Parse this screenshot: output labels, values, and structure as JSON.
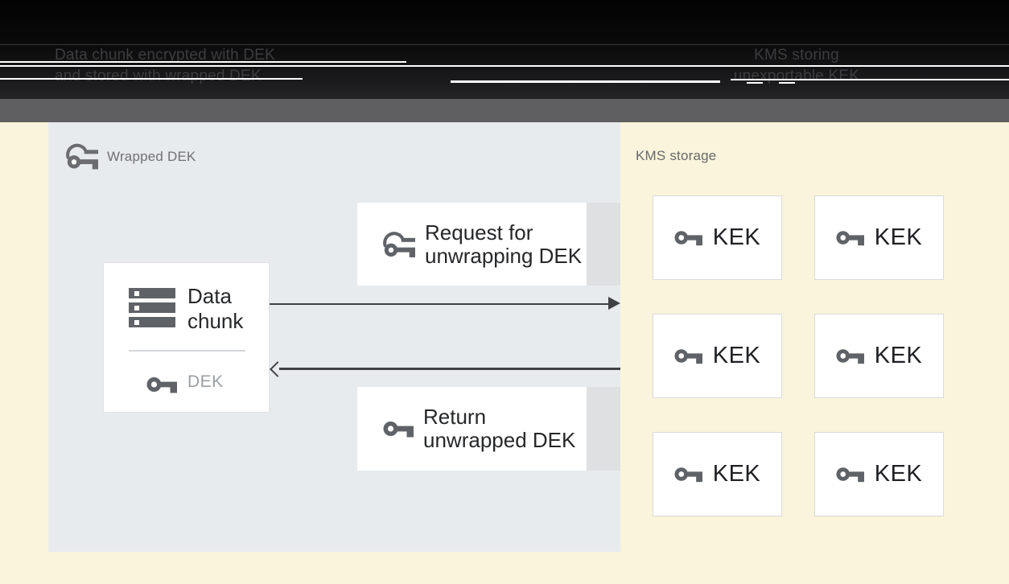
{
  "header": {
    "left_caption_line1": "Data chunk encrypted with DEK",
    "left_caption_line2": "and stored with wrapped DEK",
    "right_caption_line1": "KMS storing",
    "right_caption_line2": "unexportable KEK"
  },
  "wrapped_dek_panel": {
    "label": "Wrapped DEK",
    "data_chunk_box": {
      "title_line1": "Data",
      "title_line2": "chunk",
      "key_label": "DEK"
    },
    "request_box": {
      "line1": "Request for",
      "line2": "unwrapping DEK"
    },
    "return_box": {
      "line1": "Return",
      "line2": "unwrapped DEK"
    }
  },
  "kms_panel": {
    "label": "KMS storage",
    "keks": [
      "KEK",
      "KEK",
      "KEK",
      "KEK",
      "KEK",
      "KEK"
    ]
  },
  "icons": {
    "wrapped_key": "wrapped-key-icon",
    "key": "key-icon",
    "data_chunk": "storage-stack-icon"
  },
  "colors": {
    "cream_background": "#FAF4DC",
    "panel_background": "#E8EBEE",
    "panel_shadow_strip": "#DEE0E1",
    "header_black": "#0A0A0B",
    "header_gray_band": "#5F5F61",
    "header_text": "#3D3D3F",
    "glitch_line": "#FFFFFF",
    "dark_text": "#262729",
    "muted_label_text": "#6F7174",
    "dek_text": "#9B9FA3",
    "icon_gray": "#5F6368",
    "arrow": "#3F4042",
    "box_border": "#D9DBDD"
  }
}
